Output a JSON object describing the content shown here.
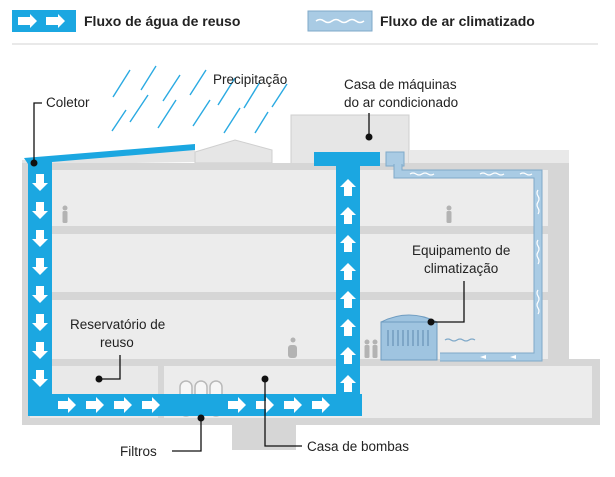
{
  "legend": {
    "water_flow_label": "Fluxo de água de reuso",
    "air_flow_label": "Fluxo de ar climatizado"
  },
  "labels": {
    "coletor": "Coletor",
    "precipitacao": "Precipitação",
    "casa_maquinas_line1": "Casa de máquinas",
    "casa_maquinas_line2": "do ar condicionado",
    "equipamento_line1": "Equipamento de",
    "equipamento_line2": "climatização",
    "reservatorio_line1": "Reservatório de",
    "reservatorio_line2": "reuso",
    "filtros": "Filtros",
    "casa_bombas": "Casa de bombas"
  },
  "colors": {
    "water": "#1ba7e1",
    "air": "#a9cbe4",
    "building": "#dcdcdc",
    "building_light": "#ececec",
    "rain": "#2aaae2"
  }
}
